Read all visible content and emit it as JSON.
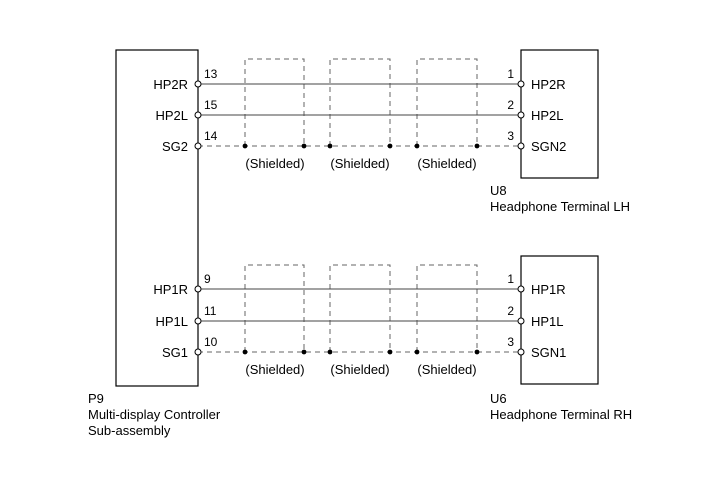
{
  "controller": {
    "code": "P9",
    "name_line1": "Multi-display Controller",
    "name_line2": "Sub-assembly"
  },
  "upper": {
    "terminal_code": "U8",
    "terminal_name": "Headphone Terminal LH",
    "left_pins": [
      {
        "name": "HP2R",
        "number": "13"
      },
      {
        "name": "HP2L",
        "number": "15"
      },
      {
        "name": "SG2",
        "number": "14"
      }
    ],
    "right_pins": [
      {
        "name": "HP2R",
        "number": "1"
      },
      {
        "name": "HP2L",
        "number": "2"
      },
      {
        "name": "SGN2",
        "number": "3"
      }
    ],
    "shield_labels": [
      "(Shielded)",
      "(Shielded)",
      "(Shielded)"
    ]
  },
  "lower": {
    "terminal_code": "U6",
    "terminal_name": "Headphone Terminal RH",
    "left_pins": [
      {
        "name": "HP1R",
        "number": "9"
      },
      {
        "name": "HP1L",
        "number": "11"
      },
      {
        "name": "SG1",
        "number": "10"
      }
    ],
    "right_pins": [
      {
        "name": "HP1R",
        "number": "1"
      },
      {
        "name": "HP1L",
        "number": "2"
      },
      {
        "name": "SGN1",
        "number": "3"
      }
    ],
    "shield_labels": [
      "(Shielded)",
      "(Shielded)",
      "(Shielded)"
    ]
  }
}
